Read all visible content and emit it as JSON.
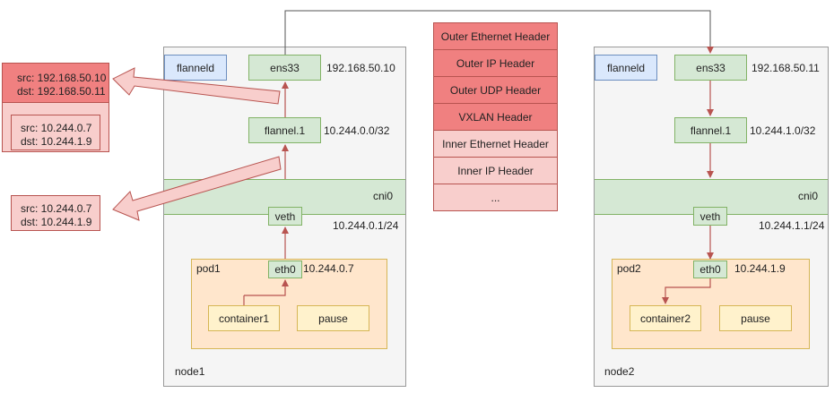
{
  "headers": [
    {
      "label": "Outer Ethernet Header",
      "color": "#f08080"
    },
    {
      "label": "Outer IP Header",
      "color": "#f08080"
    },
    {
      "label": "Outer UDP Header",
      "color": "#f08080"
    },
    {
      "label": "VXLAN Header",
      "color": "#f08080"
    },
    {
      "label": "Inner Ethernet Header",
      "color": "#f8cecc"
    },
    {
      "label": "Inner IP Header",
      "color": "#f8cecc"
    },
    {
      "label": "...",
      "color": "#f8cecc"
    }
  ],
  "node1": {
    "name": "node1",
    "flanneld": "flanneld",
    "ens33": "ens33",
    "ens33_ip": "192.168.50.10",
    "flannel": "flannel.1",
    "flannel_ip": "10.244.0.0/32",
    "cni": "cni0",
    "veth": "veth",
    "cni_ip": "10.244.0.1/24",
    "pod": "pod1",
    "eth0": "eth0",
    "eth0_ip": "10.244.0.7",
    "container": "container1",
    "pause": "pause"
  },
  "node2": {
    "name": "node2",
    "flanneld": "flanneld",
    "ens33": "ens33",
    "ens33_ip": "192.168.50.11",
    "flannel": "flannel.1",
    "flannel_ip": "10.244.1.0/32",
    "cni": "cni0",
    "veth": "veth",
    "cni_ip": "10.244.1.1/24",
    "pod": "pod2",
    "eth0": "eth0",
    "eth0_ip": "10.244.1.9",
    "container": "container2",
    "pause": "pause"
  },
  "packets": {
    "outer": {
      "src": "src: 192.168.50.10",
      "dst": "dst: 192.168.50.11"
    },
    "inner": {
      "src": "src: 10.244.0.7",
      "dst": "dst: 10.244.1.9"
    },
    "pod": {
      "src": "src: 10.244.0.7",
      "dst": "dst: 10.244.1.9"
    }
  },
  "colors": {
    "arrow": "#b85450",
    "green_fill": "#d5e8d4",
    "packet_fill": "#f8cecc",
    "packet_strong": "#f08080"
  }
}
